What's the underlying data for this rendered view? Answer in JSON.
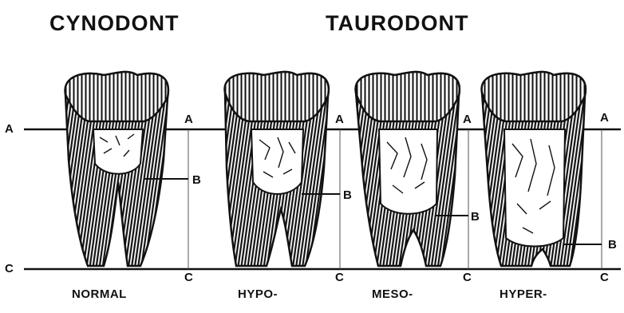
{
  "headings": {
    "left": "CYNODONT",
    "right": "TAURODONT"
  },
  "captions": [
    "NORMAL",
    "HYPO-",
    "MESO-",
    "HYPER-"
  ],
  "line_labels": {
    "a": "A",
    "b": "B",
    "c": "C"
  }
}
